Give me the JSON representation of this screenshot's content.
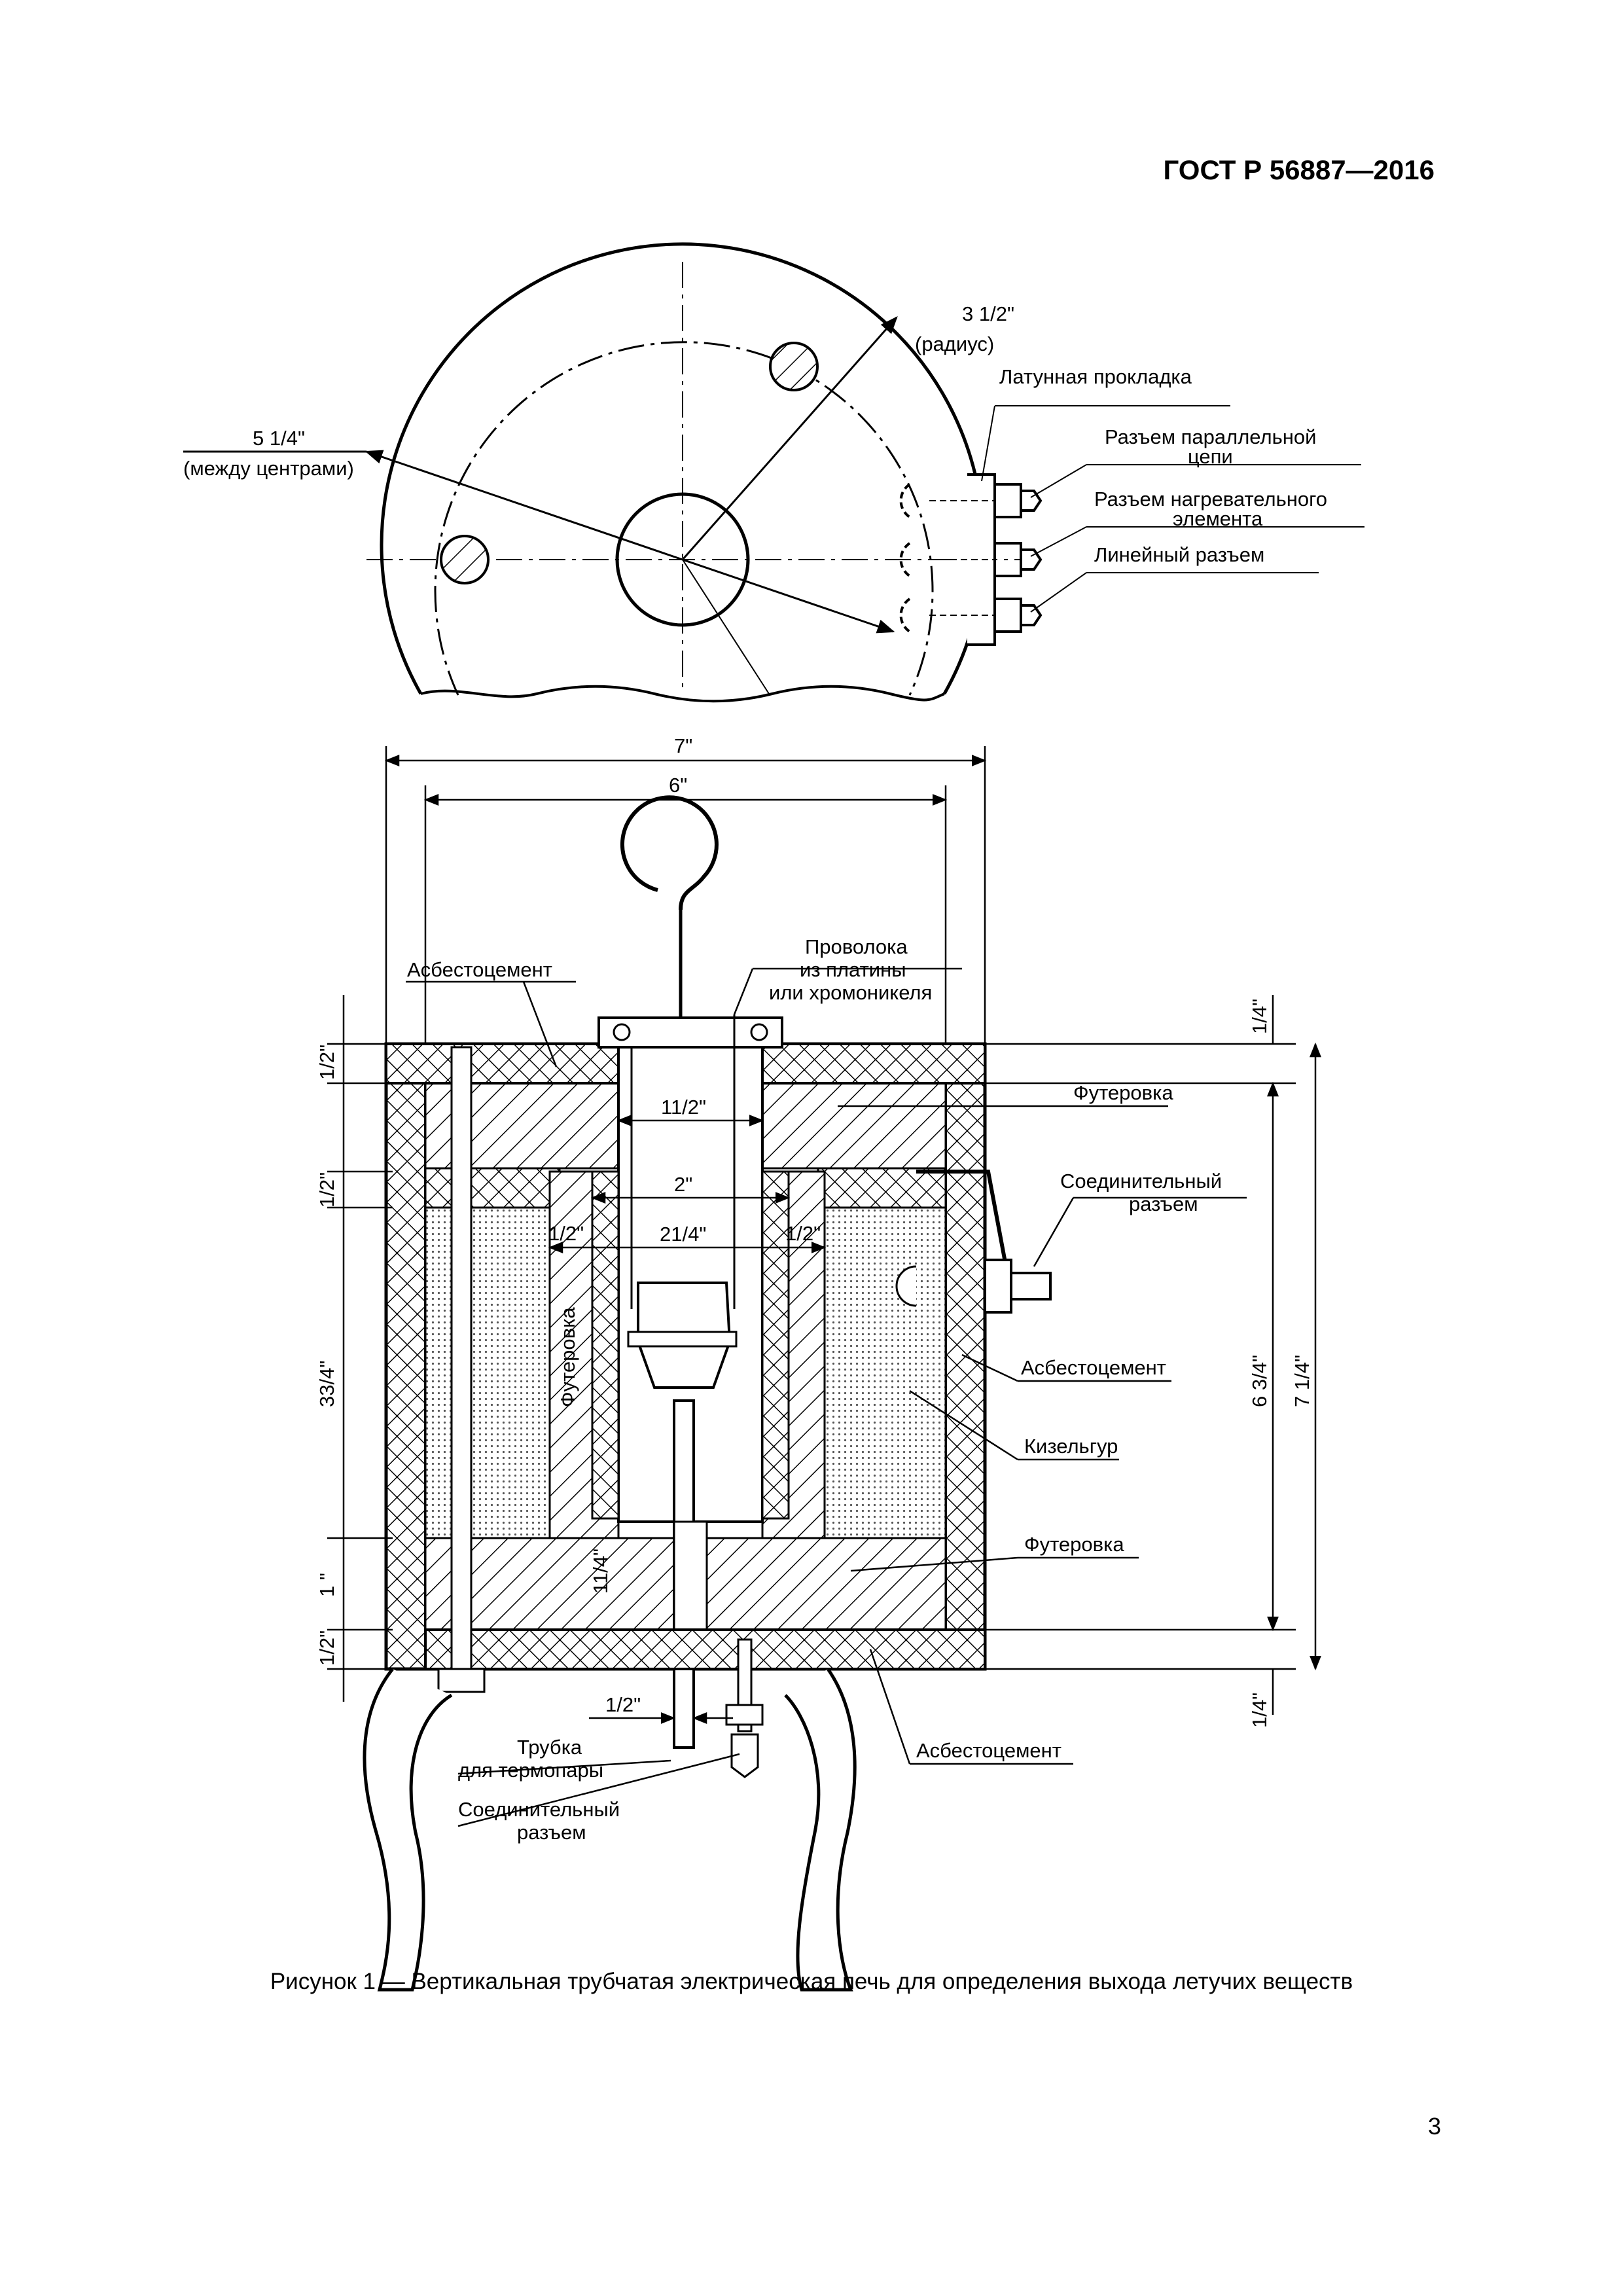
{
  "header": {
    "doc_code": "ГОСТ Р 56887—2016"
  },
  "page_number": "3",
  "caption": "Рисунок 1 — Вертикальная трубчатая электрическая печь для определения выхода летучих веществ",
  "top_view": {
    "radius_dim": "3 1/2\"",
    "radius_note": "(радиус)",
    "centers_dim": "5 1/4\"",
    "centers_note": "(между центрами)",
    "brass_gasket": "Латунная прокладка",
    "parallel_conn_1": "Разъем параллельной",
    "parallel_conn_2": "цепи",
    "heater_conn_1": "Разъем нагревательного",
    "heater_conn_2": "элемента",
    "line_conn": "Линейный разъем"
  },
  "section_view": {
    "dim_7": "7\"",
    "dim_6": "6\"",
    "dim_1_5": "11/2\"",
    "dim_2": "2\"",
    "dim_2_25": "21/4\"",
    "dim_half": "1/2\"",
    "dim_quarter": "1/4\"",
    "dim_3_75": "33/4\"",
    "dim_1": "1 \"",
    "dim_1_25": "11/4\"",
    "dim_6_75": "6 3/4\"",
    "dim_7_25": "7 1/4\"",
    "asbestos_cement": "Асбестоцемент",
    "wire_1": "Проволока",
    "wire_2": "из платины",
    "wire_3": "или хромоникеля",
    "lining": "Футеровка",
    "lining_vertical": "Футеровка",
    "connector_1": "Соединительный",
    "connector_2": "разъем",
    "kieselguhr": "Кизельгур",
    "thermo_tube_1": "Трубка",
    "thermo_tube_2": "для термопары"
  }
}
